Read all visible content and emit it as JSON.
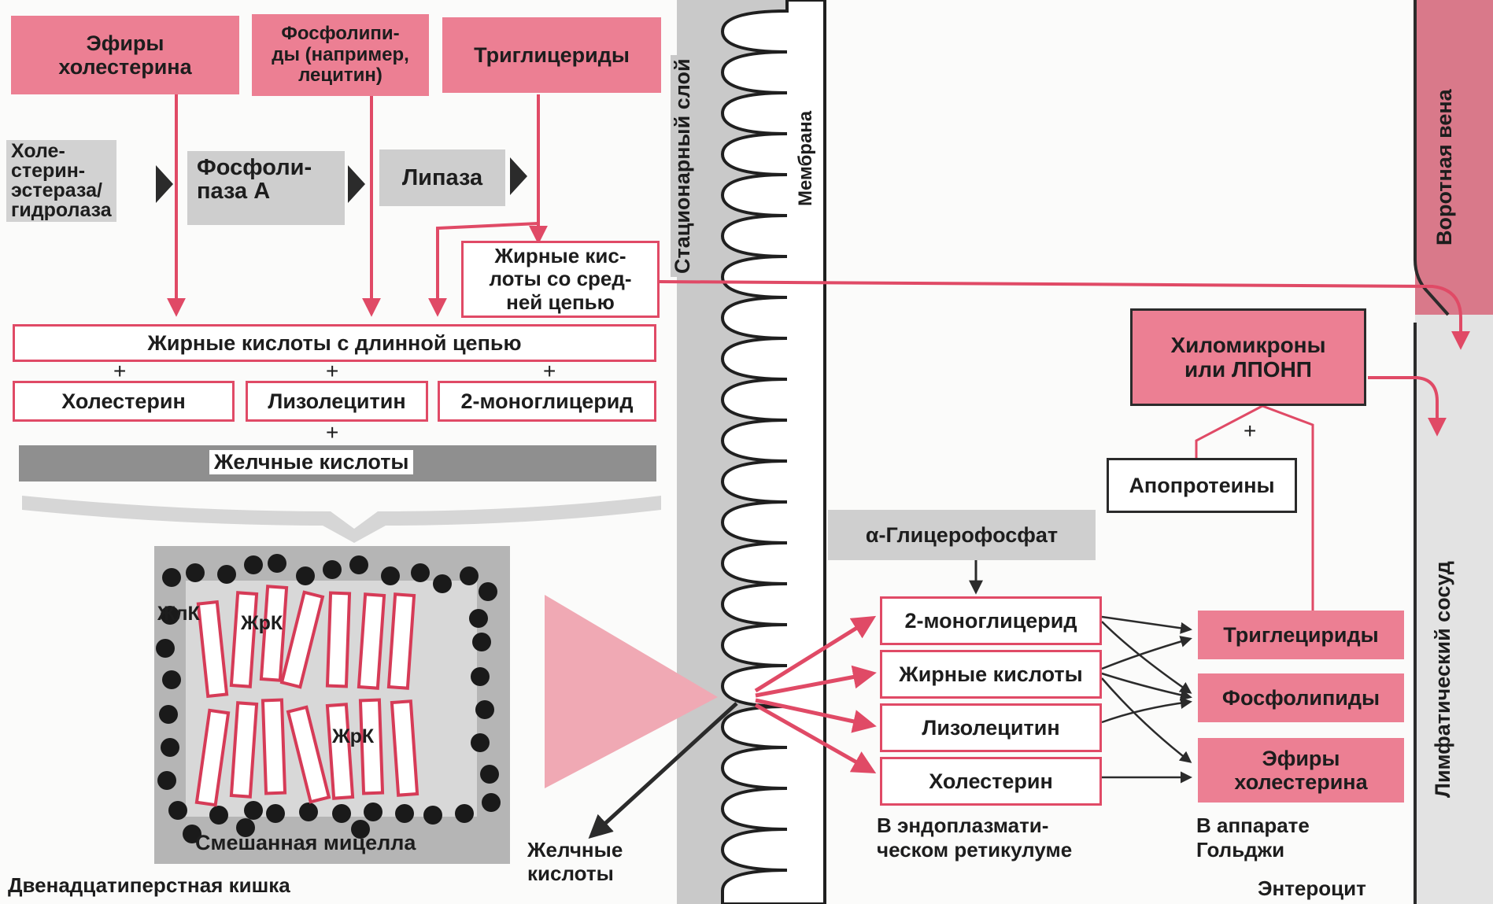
{
  "lumen": {
    "sources": {
      "cholesterol_esters": "Эфиры\nхолестерина",
      "phospholipids": "Фосфолипи-\nды (например,\nлецитин)",
      "triglycerides": "Триглицериды"
    },
    "enzymes": {
      "cholesterol_esterase": "Холе-\nстерин-\nэстераза/\nгидролаза",
      "phospholipase": "Фосфоли-\nпаза А",
      "lipase": "Липаза"
    },
    "medium_chain": "Жирные кис-\nлоты со сред-\nней цепью",
    "long_chain": "Жирные кислоты с длинной цепью",
    "plus": "+",
    "products": {
      "cholesterol": "Холестерин",
      "lysolecithin": "Лизолецитин",
      "monoglyceride": "2-моноглицерид"
    },
    "bile_acids": "Желчные кислоты",
    "micelle": {
      "bile_acid_label": "ЖлК",
      "fatty_acid_label_1": "ЖрК",
      "fatty_acid_label_2": "ЖрК",
      "caption": "Смешанная мицелла"
    },
    "duodenum": "Двенадцатиперстная кишка",
    "bile_acids_out": "Желчные\nкислоты"
  },
  "mucosa": {
    "unstirred_layer": "Стационарный слой",
    "membrane": "Мембрана"
  },
  "enterocyte": {
    "glycerophosphate": "α-Глицерофосфат",
    "er_items": {
      "monoglyceride": "2-моноглицерид",
      "fatty_acids": "Жирные кислоты",
      "lysolecithin": "Лизолецитин",
      "cholesterol": "Холестерин"
    },
    "er_caption": "В эндоплазмати-\nческом ретикулуме",
    "golgi_items": {
      "triglycerides": "Триглецириды",
      "phospholipids": "Фосфолипиды",
      "cholesterol_esters": "Эфиры\nхолестерина"
    },
    "golgi_caption": "В аппарате\nГольджи",
    "chylomicrons": "Хиломикроны\nили ЛПОНП",
    "apoproteins": "Апопротеины",
    "plus": "+",
    "label": "Энтероцит"
  },
  "vessels": {
    "portal_vein": "Воротная вена",
    "lymph_vessel": "Лимфатический сосуд"
  },
  "colors": {
    "pink_fill": "#ec7f93",
    "pink_line": "#e04a66",
    "grey_fill": "#cfcfcf",
    "dark": "#2b2b2b"
  }
}
